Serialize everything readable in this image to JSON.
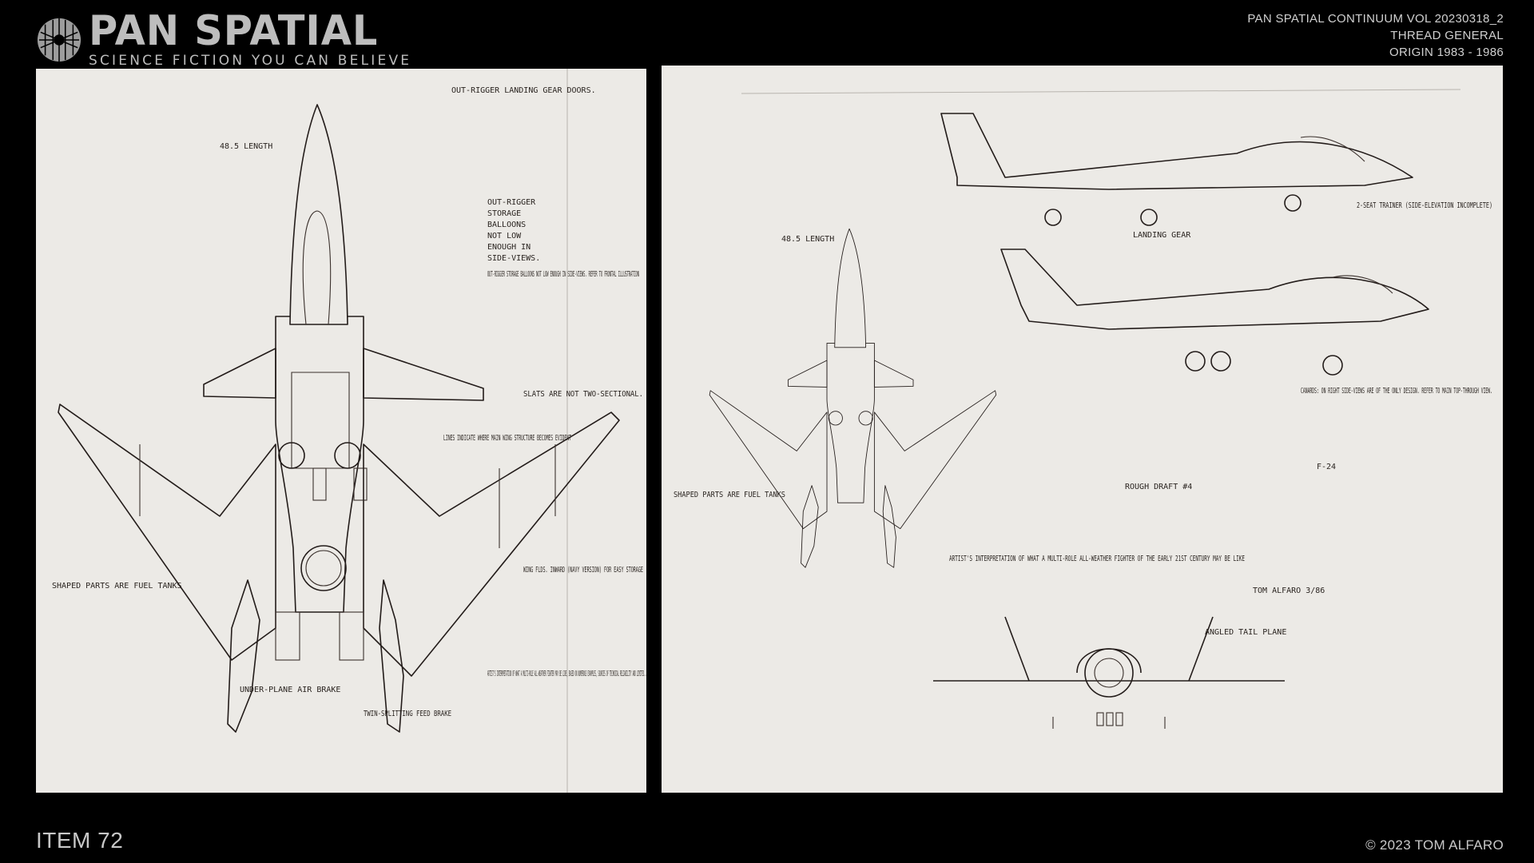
{
  "brand": {
    "title": "PAN SPATIAL",
    "tagline": "SCIENCE FICTION YOU CAN BELIEVE",
    "logo_icon": "pan-spatial-emblem"
  },
  "meta": {
    "line1": "PAN SPATIAL CONTINUUM VOL 20230318_2",
    "line2": "THREAD GENERAL",
    "line3": "ORIGIN 1983 - 1986"
  },
  "left_sketch": {
    "notes": [
      "OUT-RIGGER LANDING GEAR DOORS.",
      "48.5 LENGTH",
      "OUT-RIGGER STORAGE BALLOONS NOT LOW ENOUGH IN SIDE-VIEWS. REFER TO FRONTAL ILLUSTRATION",
      "SLATS ARE NOT TWO-SECTIONAL.",
      "LINES INDICATE WHERE MAIN WING STRUCTURE BECOMES EVIDENT",
      "SHAPED PARTS ARE FUEL TANKS",
      "WING FLDS. INWARD (NAVY VERSION) FOR EASY STORAGE",
      "UNDER-PLANE AIR BRAKE",
      "TWIN-SPLITTING FEED BRAKE",
      "ARTIST'S INTERPRETATION OF WHAT A MULTI-ROLE ALL-WEATHER FIGHTER MAY BE LIKE, BASED ON NUMEROUS EXAMPLES, SOURCES OF TECHNICAL RELIABILITY AND LIMITED..."
    ]
  },
  "right_sketch": {
    "notes": [
      "2-SEAT TRAINER (SIDE-ELEVATION INCOMPLETE)",
      "LANDING GEAR",
      "48.5 LENGTH",
      "CANARDS: ON RIGHT SIDE-VIEWS ARE OF THE ONLY DESIGN. REFER TO MAIN TOP-THROUGH VIEW.",
      "ROUGH DRAFT #4",
      "F-24",
      "ARTIST'S INTERPRETATION OF WHAT A MULTI-ROLE ALL-WEATHER FIGHTER OF THE EARLY 21ST CENTURY MAY BE LIKE",
      "TOM ALFARO 3/86",
      "ANGLED TAIL PLANE",
      "SHAPED PARTS ARE FUEL TANKS"
    ]
  },
  "footer": {
    "item": "ITEM 72",
    "copyright": "© 2023  TOM ALFARO"
  }
}
